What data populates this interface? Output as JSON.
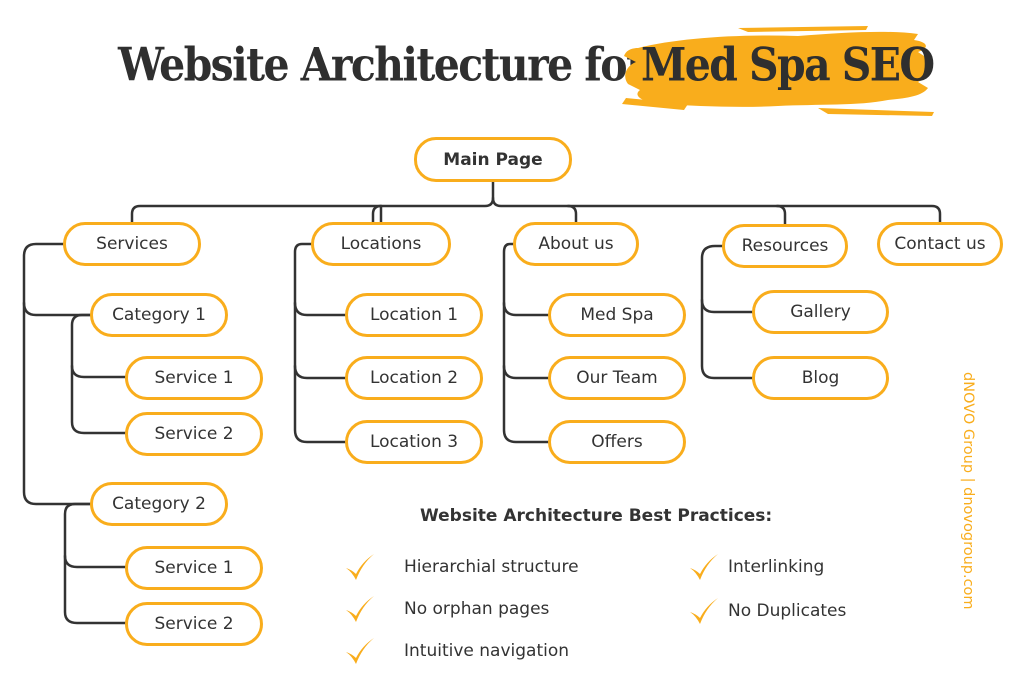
{
  "title": {
    "prefix": "Website Architecture for",
    "highlight": "Med Spa SEO",
    "highlight_color": "#f9ad1c"
  },
  "colors": {
    "node_border": "#f9ad1c",
    "connector": "#333333",
    "text": "#333333",
    "accent": "#f9ad1c"
  },
  "tree": {
    "root": "Main Page",
    "sections": [
      {
        "label": "Services",
        "children": [
          {
            "label": "Category 1",
            "children": [
              "Service 1",
              "Service 2"
            ]
          },
          {
            "label": "Category 2",
            "children": [
              "Service 1",
              "Service 2"
            ]
          }
        ]
      },
      {
        "label": "Locations",
        "children": [
          "Location 1",
          "Location 2",
          "Location 3"
        ]
      },
      {
        "label": "About us",
        "children": [
          "Med Spa",
          "Our Team",
          "Offers"
        ]
      },
      {
        "label": "Resources",
        "children": [
          "Gallery",
          "Blog"
        ]
      },
      {
        "label": "Contact us",
        "children": []
      }
    ]
  },
  "best_practices": {
    "title": "Website Architecture Best Practices:",
    "items": [
      "Hierarchial structure",
      "No orphan pages",
      "Intuitive navigation",
      "Interlinking",
      "No Duplicates"
    ],
    "icon": "checkmark-icon"
  },
  "watermark": "dNOVO Group | dnovogroup.com"
}
